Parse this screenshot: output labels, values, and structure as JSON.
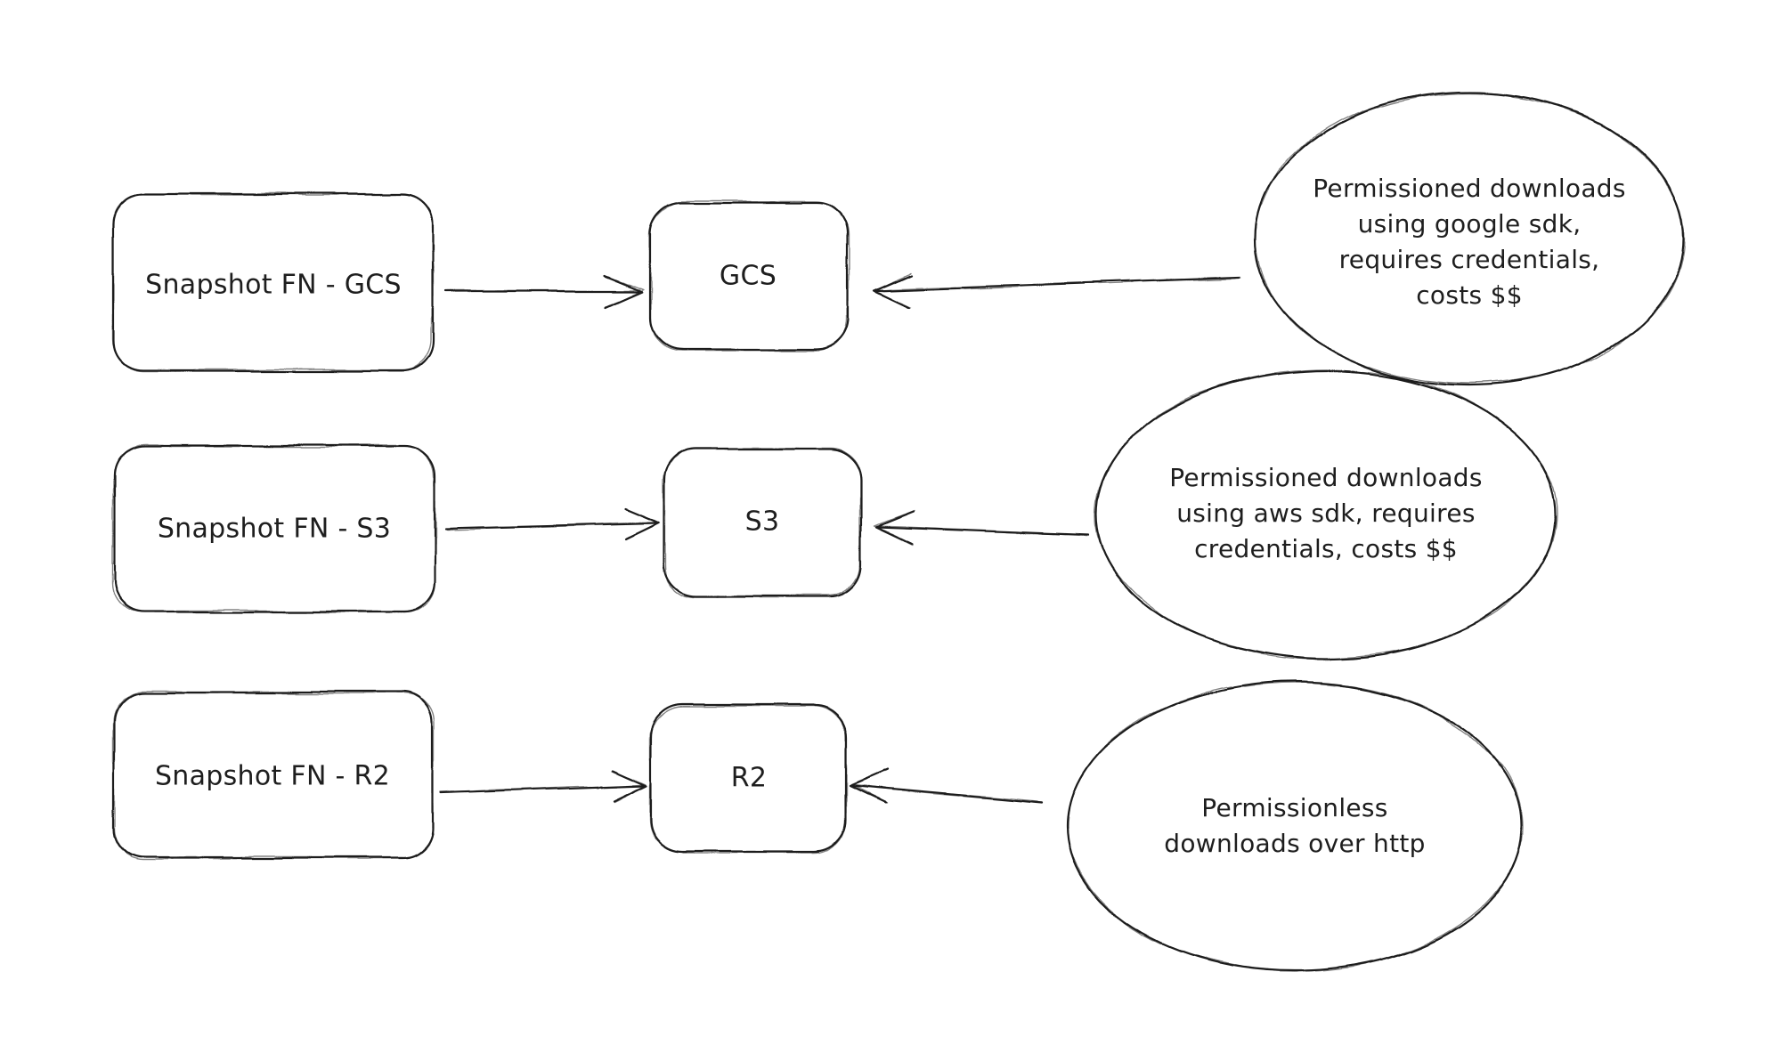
{
  "diagram": {
    "type": "hand-drawn-flowchart",
    "colors": {
      "stroke": "#1e1e1e",
      "background": "#ffffff"
    },
    "nodes": {
      "sources": [
        {
          "id": "snapshot-fn-gcs",
          "label": "Snapshot FN - GCS"
        },
        {
          "id": "snapshot-fn-s3",
          "label": "Snapshot FN - S3"
        },
        {
          "id": "snapshot-fn-r2",
          "label": "Snapshot FN - R2"
        }
      ],
      "stores": [
        {
          "id": "gcs",
          "label": "GCS"
        },
        {
          "id": "s3",
          "label": "S3"
        },
        {
          "id": "r2",
          "label": "R2"
        }
      ],
      "notes": [
        {
          "id": "gcs-note",
          "label": "Permissioned downloads\nusing google sdk,\nrequires credentials,\ncosts $$"
        },
        {
          "id": "s3-note",
          "label": "Permissioned downloads\nusing aws sdk, requires\ncredentials, costs $$"
        },
        {
          "id": "r2-note",
          "label": "Permissionless\ndownloads over http"
        }
      ]
    },
    "edges": [
      {
        "from": "snapshot-fn-gcs",
        "to": "gcs"
      },
      {
        "from": "gcs-note",
        "to": "gcs"
      },
      {
        "from": "snapshot-fn-s3",
        "to": "s3"
      },
      {
        "from": "s3-note",
        "to": "s3"
      },
      {
        "from": "snapshot-fn-r2",
        "to": "r2"
      },
      {
        "from": "r2-note",
        "to": "r2"
      }
    ]
  }
}
